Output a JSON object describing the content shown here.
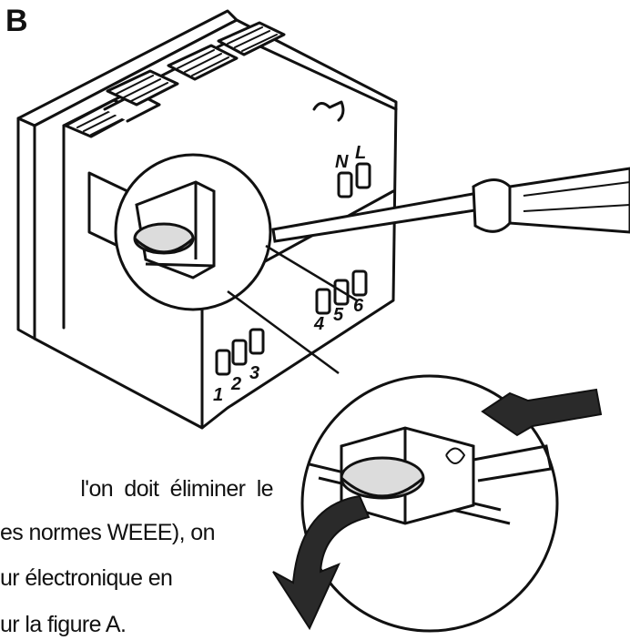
{
  "figure": {
    "letter": "B",
    "terminal_labels": [
      "N",
      "L",
      "4",
      "5",
      "6",
      "1",
      "2",
      "3"
    ]
  },
  "caption": {
    "lines": [
      "l'on doit éliminer le",
      "es normes WEEE), on",
      "ur électronique en",
      "ur la figure A."
    ]
  },
  "colors": {
    "line": "#111111",
    "battery_fill": "#dcdcdc",
    "arrow_fill": "#2a2a2a"
  }
}
